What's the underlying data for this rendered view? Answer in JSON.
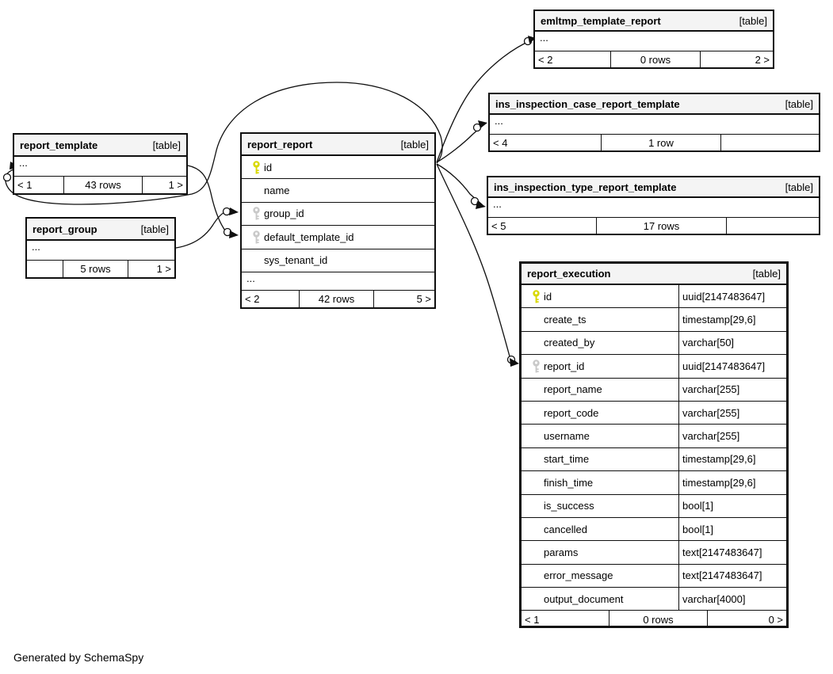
{
  "canvas": {
    "footer_note": "Generated by SchemaSpy"
  },
  "colors": {
    "primary_key": "#d9d900",
    "foreign_key": "#c9c9c9",
    "header_bg": "#f4f4f4",
    "border": "#0f0f0f"
  },
  "tables": {
    "report_template": {
      "name": "report_template",
      "badge": "[table]",
      "ellipsis": "...",
      "footer": {
        "left": "< 1",
        "center": "43 rows",
        "right": "1 >"
      }
    },
    "report_group": {
      "name": "report_group",
      "badge": "[table]",
      "ellipsis": "...",
      "footer": {
        "left": "",
        "center": "5 rows",
        "right": "1 >"
      }
    },
    "report_report": {
      "name": "report_report",
      "badge": "[table]",
      "ellipsis": "...",
      "columns": [
        {
          "name": "id",
          "icon": "primary-key"
        },
        {
          "name": "name",
          "icon": "none"
        },
        {
          "name": "group_id",
          "icon": "foreign-key"
        },
        {
          "name": "default_template_id",
          "icon": "foreign-key"
        },
        {
          "name": "sys_tenant_id",
          "icon": "none"
        }
      ],
      "footer": {
        "left": "< 2",
        "center": "42 rows",
        "right": "5 >"
      }
    },
    "emltmp_template_report": {
      "name": "emltmp_template_report",
      "badge": "[table]",
      "ellipsis": "...",
      "footer": {
        "left": "< 2",
        "center": "0 rows",
        "right": "2 >"
      }
    },
    "ins_inspection_case_report_template": {
      "name": "ins_inspection_case_report_template",
      "badge": "[table]",
      "ellipsis": "...",
      "footer": {
        "left": "< 4",
        "center": "1 row",
        "right": ""
      }
    },
    "ins_inspection_type_report_template": {
      "name": "ins_inspection_type_report_template",
      "badge": "[table]",
      "ellipsis": "...",
      "footer": {
        "left": "< 5",
        "center": "17 rows",
        "right": ""
      }
    },
    "report_execution": {
      "name": "report_execution",
      "badge": "[table]",
      "columns": [
        {
          "name": "id",
          "type": "uuid[2147483647]",
          "icon": "primary-key"
        },
        {
          "name": "create_ts",
          "type": "timestamp[29,6]",
          "icon": "none"
        },
        {
          "name": "created_by",
          "type": "varchar[50]",
          "icon": "none"
        },
        {
          "name": "report_id",
          "type": "uuid[2147483647]",
          "icon": "foreign-key"
        },
        {
          "name": "report_name",
          "type": "varchar[255]",
          "icon": "none"
        },
        {
          "name": "report_code",
          "type": "varchar[255]",
          "icon": "none"
        },
        {
          "name": "username",
          "type": "varchar[255]",
          "icon": "none"
        },
        {
          "name": "start_time",
          "type": "timestamp[29,6]",
          "icon": "none"
        },
        {
          "name": "finish_time",
          "type": "timestamp[29,6]",
          "icon": "none"
        },
        {
          "name": "is_success",
          "type": "bool[1]",
          "icon": "none"
        },
        {
          "name": "cancelled",
          "type": "bool[1]",
          "icon": "none"
        },
        {
          "name": "params",
          "type": "text[2147483647]",
          "icon": "none"
        },
        {
          "name": "error_message",
          "type": "text[2147483647]",
          "icon": "none"
        },
        {
          "name": "output_document",
          "type": "varchar[4000]",
          "icon": "none"
        }
      ],
      "footer": {
        "left": "< 1",
        "center": "0 rows",
        "right": "0 >"
      }
    }
  },
  "relationships": [
    {
      "from": "report_template.(implied)",
      "to": "report_report.id"
    },
    {
      "from": "report_report.default_template_id",
      "to": "report_template"
    },
    {
      "from": "report_report.group_id",
      "to": "report_group"
    },
    {
      "from": "emltmp_template_report.(implied)",
      "to": "report_report.id"
    },
    {
      "from": "ins_inspection_case_report_template.(implied)",
      "to": "report_report.id"
    },
    {
      "from": "ins_inspection_type_report_template.(implied)",
      "to": "report_report.id"
    },
    {
      "from": "report_execution.report_id",
      "to": "report_report.id"
    }
  ]
}
